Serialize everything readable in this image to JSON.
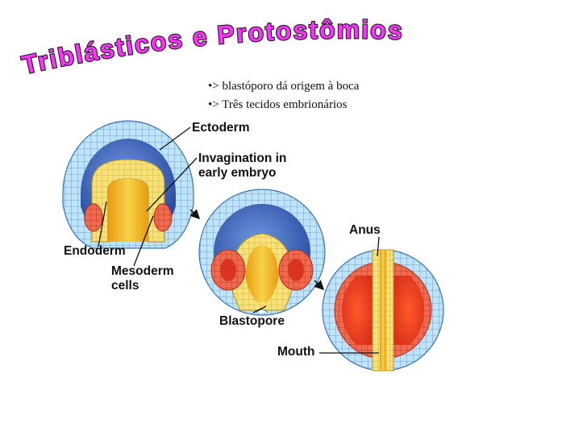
{
  "slide": {
    "title": "Triblásticos e Protostômios",
    "bullets": [
      "•> blastóporo dá origem à boca",
      "•> Três tecidos embrionários"
    ]
  },
  "labels": {
    "ectoderm": "Ectoderm",
    "invagination_1": "Invagination in",
    "invagination_2": "early embryo",
    "endoderm": "Endoderm",
    "mesoderm_1": "Mesoderm",
    "mesoderm_2": "cells",
    "blastopore": "Blastopore",
    "anus": "Anus",
    "mouth": "Mouth"
  },
  "colors": {
    "title_fill": "#ff33ff",
    "title_stroke": "#1a1a1a",
    "ectoderm_cells": "#bfe3f7",
    "blastocoel": "#3a63b8",
    "endoderm_cells": "#f7e27a",
    "archenteron": "#f2b518",
    "mesoderm": "#e8402a"
  }
}
